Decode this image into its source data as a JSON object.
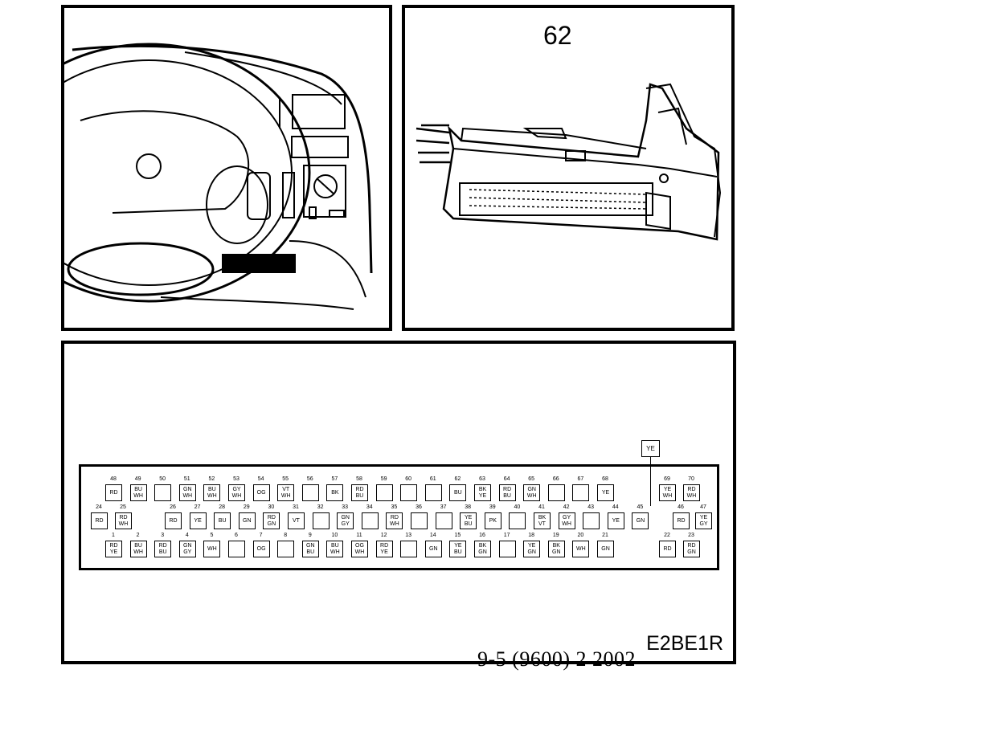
{
  "connector": {
    "number": "62",
    "callout": "YE",
    "pins": [
      {
        "n": "48",
        "c": [
          "RD"
        ]
      },
      {
        "n": "49",
        "c": [
          "BU",
          "WH"
        ]
      },
      {
        "n": "50",
        "c": []
      },
      {
        "n": "51",
        "c": [
          "GN",
          "WH"
        ]
      },
      {
        "n": "52",
        "c": [
          "BU",
          "WH"
        ]
      },
      {
        "n": "53",
        "c": [
          "GY",
          "WH"
        ]
      },
      {
        "n": "54",
        "c": [
          "OG"
        ]
      },
      {
        "n": "55",
        "c": [
          "VT",
          "WH"
        ]
      },
      {
        "n": "56",
        "c": []
      },
      {
        "n": "57",
        "c": [
          "BK"
        ]
      },
      {
        "n": "58",
        "c": [
          "RD",
          "BU"
        ]
      },
      {
        "n": "59",
        "c": []
      },
      {
        "n": "60",
        "c": []
      },
      {
        "n": "61",
        "c": []
      },
      {
        "n": "62",
        "c": [
          "BU"
        ]
      },
      {
        "n": "63",
        "c": [
          "BK",
          "YE"
        ]
      },
      {
        "n": "64",
        "c": [
          "RD",
          "BU"
        ]
      },
      {
        "n": "65",
        "c": [
          "GN",
          "WH"
        ]
      },
      {
        "n": "66",
        "c": []
      },
      {
        "n": "67",
        "c": []
      },
      {
        "n": "68",
        "c": [
          "YE"
        ]
      },
      {
        "n": "69",
        "c": [
          "YE",
          "WH"
        ]
      },
      {
        "n": "70",
        "c": [
          "RD",
          "WH"
        ]
      },
      {
        "n": "24",
        "c": [
          "RD"
        ]
      },
      {
        "n": "25",
        "c": [
          "RD",
          "WH"
        ]
      },
      {
        "n": "26",
        "c": [
          "RD"
        ]
      },
      {
        "n": "27",
        "c": [
          "YE"
        ]
      },
      {
        "n": "28",
        "c": [
          "BU"
        ]
      },
      {
        "n": "29",
        "c": [
          "GN"
        ]
      },
      {
        "n": "30",
        "c": [
          "RD",
          "GN"
        ]
      },
      {
        "n": "31",
        "c": [
          "VT"
        ]
      },
      {
        "n": "32",
        "c": []
      },
      {
        "n": "33",
        "c": [
          "GN",
          "GY"
        ]
      },
      {
        "n": "34",
        "c": []
      },
      {
        "n": "35",
        "c": [
          "RD",
          "WH"
        ]
      },
      {
        "n": "36",
        "c": []
      },
      {
        "n": "37",
        "c": []
      },
      {
        "n": "38",
        "c": [
          "YE",
          "BU"
        ]
      },
      {
        "n": "39",
        "c": [
          "PK"
        ]
      },
      {
        "n": "40",
        "c": []
      },
      {
        "n": "41",
        "c": [
          "BK",
          "VT"
        ]
      },
      {
        "n": "42",
        "c": [
          "GY",
          "WH"
        ]
      },
      {
        "n": "43",
        "c": []
      },
      {
        "n": "44",
        "c": [
          "YE"
        ]
      },
      {
        "n": "45",
        "c": [
          "GN"
        ]
      },
      {
        "n": "46",
        "c": [
          "RD"
        ]
      },
      {
        "n": "47",
        "c": [
          "YE",
          "GY"
        ]
      },
      {
        "n": "1",
        "c": [
          "RD",
          "YE"
        ]
      },
      {
        "n": "2",
        "c": [
          "BU",
          "WH"
        ]
      },
      {
        "n": "3",
        "c": [
          "RD",
          "BU"
        ]
      },
      {
        "n": "4",
        "c": [
          "GN",
          "GY"
        ]
      },
      {
        "n": "5",
        "c": [
          "WH"
        ]
      },
      {
        "n": "6",
        "c": []
      },
      {
        "n": "7",
        "c": [
          "OG"
        ]
      },
      {
        "n": "8",
        "c": []
      },
      {
        "n": "9",
        "c": [
          "GN",
          "BU"
        ]
      },
      {
        "n": "10",
        "c": [
          "BU",
          "WH"
        ]
      },
      {
        "n": "11",
        "c": [
          "OG",
          "WH"
        ]
      },
      {
        "n": "12",
        "c": [
          "RD",
          "YE"
        ]
      },
      {
        "n": "13",
        "c": []
      },
      {
        "n": "14",
        "c": [
          "GN"
        ]
      },
      {
        "n": "15",
        "c": [
          "YE",
          "BU"
        ]
      },
      {
        "n": "16",
        "c": [
          "BK",
          "GN"
        ]
      },
      {
        "n": "17",
        "c": []
      },
      {
        "n": "18",
        "c": [
          "YE",
          "GN"
        ]
      },
      {
        "n": "19",
        "c": [
          "BK",
          "GN"
        ]
      },
      {
        "n": "20",
        "c": [
          "WH"
        ]
      },
      {
        "n": "21",
        "c": [
          "GN"
        ]
      },
      {
        "n": "22",
        "c": [
          "RD"
        ]
      },
      {
        "n": "23",
        "c": [
          "RD",
          "GN"
        ]
      }
    ]
  },
  "diagram_code": "E2BE1R",
  "footer": "9-5 (9600) 2   2002"
}
